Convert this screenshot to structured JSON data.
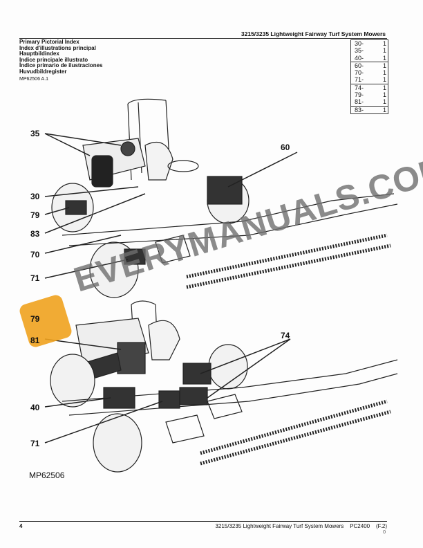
{
  "header": {
    "title": "3215/3235 Lightweight Fairway Turf System Mowers"
  },
  "titles": [
    "Primary Pictorial Index",
    "Index d'illustrations principal",
    "Hauptbildindex",
    "Indice principale illustrato",
    "Índice primario de ilustraciones",
    "Huvudbildregister"
  ],
  "reference": "MP62506 A.1",
  "index_groups": [
    [
      {
        "ref": "30-",
        "page": "1"
      },
      {
        "ref": "35-",
        "page": "1"
      },
      {
        "ref": "40-",
        "page": "1"
      }
    ],
    [
      {
        "ref": "60-",
        "page": "1"
      },
      {
        "ref": "70-",
        "page": "1"
      },
      {
        "ref": "71-",
        "page": "1"
      }
    ],
    [
      {
        "ref": "74-",
        "page": "1"
      },
      {
        "ref": "79-",
        "page": "1"
      },
      {
        "ref": "81-",
        "page": "1"
      }
    ],
    [
      {
        "ref": "83-",
        "page": "1"
      }
    ]
  ],
  "callouts": [
    "35",
    "60",
    "30",
    "79",
    "83",
    "70",
    "71",
    "79",
    "81",
    "74",
    "40",
    "71"
  ],
  "figure_id": "MP62506",
  "watermark": "EVERYMANUALS.COM",
  "footer": {
    "page": "4",
    "text": "3215/3235 Lightweight Fairway Turf System Mowers    PC2400    (F.2)",
    "sub": "0"
  },
  "colors": {
    "watermark_logo": "#f0a21e"
  }
}
